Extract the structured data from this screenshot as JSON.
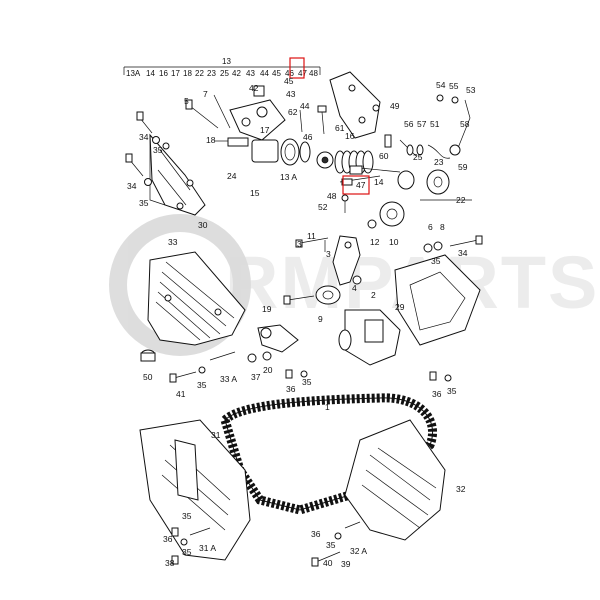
{
  "watermark": {
    "text": "RMPARTS"
  },
  "kit": {
    "number": "13",
    "members": [
      "13A",
      "14",
      "16",
      "17",
      "18",
      "22",
      "23",
      "25",
      "42",
      "43",
      "44",
      "45",
      "46",
      "47",
      "48"
    ]
  },
  "callouts": [
    {
      "id": "c5",
      "text": "5"
    },
    {
      "id": "c7",
      "text": "7"
    },
    {
      "id": "c42",
      "text": "42"
    },
    {
      "id": "c45",
      "text": "45"
    },
    {
      "id": "c43",
      "text": "43"
    },
    {
      "id": "c44",
      "text": "44"
    },
    {
      "id": "c49",
      "text": "49"
    },
    {
      "id": "c54",
      "text": "54"
    },
    {
      "id": "c55",
      "text": "55"
    },
    {
      "id": "c53",
      "text": "53"
    },
    {
      "id": "c58",
      "text": "58"
    },
    {
      "id": "c34a",
      "text": "34"
    },
    {
      "id": "c35a",
      "text": "35"
    },
    {
      "id": "c18",
      "text": "18"
    },
    {
      "id": "c17",
      "text": "17"
    },
    {
      "id": "c46",
      "text": "46"
    },
    {
      "id": "c61",
      "text": "61"
    },
    {
      "id": "c62",
      "text": "62"
    },
    {
      "id": "c56",
      "text": "56"
    },
    {
      "id": "c57",
      "text": "57"
    },
    {
      "id": "c51",
      "text": "51"
    },
    {
      "id": "c16",
      "text": "16"
    },
    {
      "id": "c60",
      "text": "60"
    },
    {
      "id": "c25",
      "text": "25"
    },
    {
      "id": "c23",
      "text": "23"
    },
    {
      "id": "c34b",
      "text": "34"
    },
    {
      "id": "c35b",
      "text": "35"
    },
    {
      "id": "c24",
      "text": "24"
    },
    {
      "id": "c13A",
      "text": "13 A"
    },
    {
      "id": "c15",
      "text": "15"
    },
    {
      "id": "c59",
      "text": "59"
    },
    {
      "id": "c48",
      "text": "48"
    },
    {
      "id": "c47b",
      "text": "47"
    },
    {
      "id": "c14",
      "text": "14"
    },
    {
      "id": "c22",
      "text": "22"
    },
    {
      "id": "c30",
      "text": "30"
    },
    {
      "id": "c52",
      "text": "52"
    },
    {
      "id": "c11",
      "text": "11"
    },
    {
      "id": "c3a",
      "text": "3"
    },
    {
      "id": "c12",
      "text": "12"
    },
    {
      "id": "c10",
      "text": "10"
    },
    {
      "id": "c6",
      "text": "6"
    },
    {
      "id": "c8",
      "text": "8"
    },
    {
      "id": "c33",
      "text": "33"
    },
    {
      "id": "c3b",
      "text": "3"
    },
    {
      "id": "c35c",
      "text": "35"
    },
    {
      "id": "c34c",
      "text": "34"
    },
    {
      "id": "c4",
      "text": "4"
    },
    {
      "id": "c2",
      "text": "2"
    },
    {
      "id": "c29",
      "text": "29"
    },
    {
      "id": "c9",
      "text": "9"
    },
    {
      "id": "c19",
      "text": "19"
    },
    {
      "id": "c50",
      "text": "50"
    },
    {
      "id": "c37",
      "text": "37"
    },
    {
      "id": "c20",
      "text": "20"
    },
    {
      "id": "c41",
      "text": "41"
    },
    {
      "id": "c35d",
      "text": "35"
    },
    {
      "id": "c33A",
      "text": "33 A"
    },
    {
      "id": "c36a",
      "text": "36"
    },
    {
      "id": "c35e",
      "text": "35"
    },
    {
      "id": "c1",
      "text": "1"
    },
    {
      "id": "c36b",
      "text": "36"
    },
    {
      "id": "c35f",
      "text": "35"
    },
    {
      "id": "c31",
      "text": "31"
    },
    {
      "id": "c32",
      "text": "32"
    },
    {
      "id": "c35g",
      "text": "35"
    },
    {
      "id": "c36c",
      "text": "36"
    },
    {
      "id": "c35h",
      "text": "35"
    },
    {
      "id": "c31A",
      "text": "31 A"
    },
    {
      "id": "c38",
      "text": "38"
    },
    {
      "id": "c36d",
      "text": "36"
    },
    {
      "id": "c35i",
      "text": "35"
    },
    {
      "id": "c32A",
      "text": "32 A"
    },
    {
      "id": "c40",
      "text": "40"
    },
    {
      "id": "c39",
      "text": "39"
    }
  ],
  "highlighted": [
    "47"
  ],
  "colors": {
    "line": "#111111",
    "highlight": "#dd1111",
    "watermark": "#b9b9b9"
  }
}
